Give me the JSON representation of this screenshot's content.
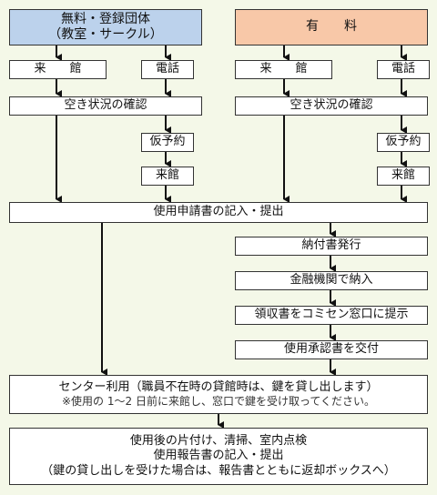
{
  "free": {
    "header_line1": "無料・登録団体",
    "header_line2": "（教室・サークル）",
    "visit": "来　　館",
    "phone": "電話",
    "check": "空き状況の確認",
    "provisional": "仮予約",
    "visit2": "来館"
  },
  "paid": {
    "header": "有　　料",
    "visit": "来　　館",
    "phone": "電話",
    "check": "空き状況の確認",
    "provisional": "仮予約",
    "visit2": "来館"
  },
  "common": {
    "application": "使用申請書の記入・提出"
  },
  "paid_steps": [
    "納付書発行",
    "金融機関で納入",
    "領収書をコミセン窓口に提示",
    "使用承認書を交付"
  ],
  "center_use": {
    "line1": "センター利用（職員不在時の貸館時は、鍵を貸し出します）",
    "line2": "※使用の 1～2 日前に来館し、窓口で鍵を受け取ってください。"
  },
  "after_use": {
    "line1": "使用後の片付け、清掃、室内点検",
    "line2": "使用報告書の記入・提出",
    "line3": "（鍵の貸し出しを受けた場合は、報告書とともに返却ボックスへ）"
  }
}
